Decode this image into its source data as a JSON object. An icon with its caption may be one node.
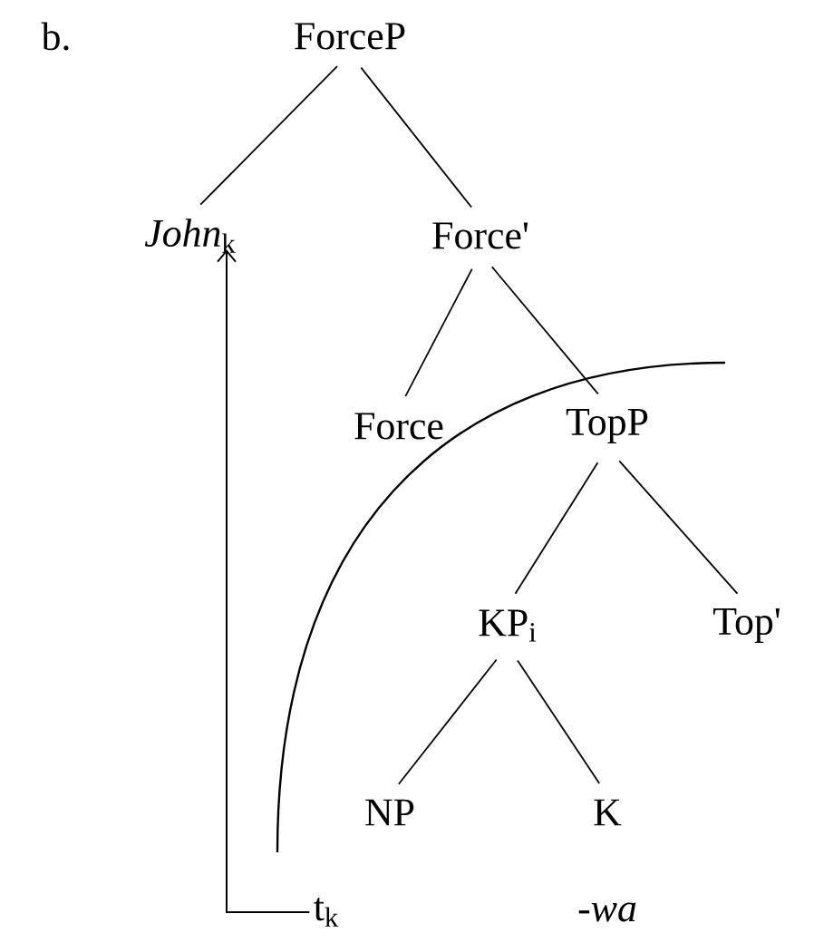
{
  "diagram": {
    "nodes": [
      {
        "text": [
          "ForceP"
        ]
      },
      {
        "text": [
          "*John*$_{k}$"
        ]
      },
      {
        "text": [
          "Force'"
        ]
      },
      {
        "text": [
          "Force"
        ]
      },
      {
        "text": [
          "TopP"
        ]
      },
      {
        "text": [
          "KP$_{i}$"
        ]
      },
      {
        "text": [
          "Top'"
        ]
      },
      {
        "text": [
          "NP"
        ]
      },
      {
        "text": [
          "K"
        ]
      },
      {
        "text": [
          "t$_{k}$"
        ]
      },
      {
        "text": [
          "-*wa*"
        ]
      }
    ],
    "edges": [
      {
        "from": 0,
        "to": 1,
        "arrow": "none"
      },
      {
        "from": 0,
        "to": 2,
        "arrow": "none"
      },
      {
        "from": 2,
        "to": 3,
        "arrow": "none"
      },
      {
        "from": 2,
        "to": 4,
        "arrow": "none"
      },
      {
        "from": 4,
        "to": 5,
        "arrow": "none"
      },
      {
        "from": 4,
        "to": 6,
        "arrow": "none"
      },
      {
        "from": 5,
        "to": 7,
        "arrow": "none"
      },
      {
        "from": 5,
        "to": 8,
        "arrow": "none"
      },
      {
        "from": 9,
        "to": 1,
        "arrow": "to"
      }
    ],
    "labels": [
      "b."
    ]
  }
}
